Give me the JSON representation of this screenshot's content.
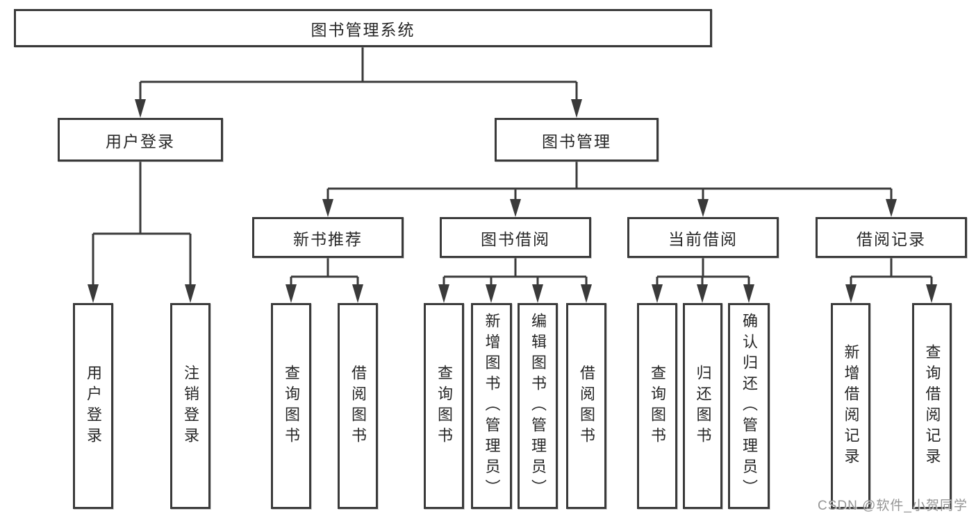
{
  "colors": {
    "line": "#3a3a3a",
    "box_border": "#3a3a3a",
    "text": "#262626",
    "watermark": "#828282",
    "background": "#ffffff"
  },
  "watermark": "CSDN @软件_小贺同学",
  "tree": {
    "root": {
      "label": "图书管理系统"
    },
    "branches": [
      {
        "label": "用户登录",
        "children": [
          {
            "label": "用户登录"
          },
          {
            "label": "注销登录"
          }
        ]
      },
      {
        "label": "图书管理",
        "children": [
          {
            "label": "新书推荐",
            "children": [
              {
                "label": "查询图书"
              },
              {
                "label": "借阅图书"
              }
            ]
          },
          {
            "label": "图书借阅",
            "children": [
              {
                "label": "查询图书"
              },
              {
                "label": "新增图书（管理员）"
              },
              {
                "label": "编辑图书（管理员）"
              },
              {
                "label": "借阅图书"
              }
            ]
          },
          {
            "label": "当前借阅",
            "children": [
              {
                "label": "查询图书"
              },
              {
                "label": "归还图书"
              },
              {
                "label": "确认归还（管理员）"
              }
            ]
          },
          {
            "label": "借阅记录",
            "children": [
              {
                "label": "新增借阅记录"
              },
              {
                "label": "查询借阅记录"
              }
            ]
          }
        ]
      }
    ]
  }
}
